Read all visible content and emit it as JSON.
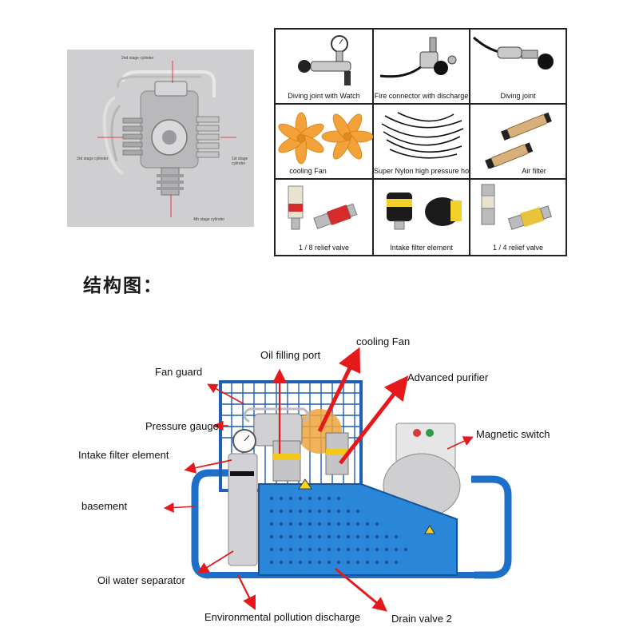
{
  "stage_photo": {
    "labels": [
      "2nd stage cylinder",
      "3rd stage cylinder",
      "1st stage cylinder",
      "4th stage cylinder"
    ]
  },
  "accessories": [
    {
      "caption": "Diving joint with Watch"
    },
    {
      "caption": "Fire connector with discharge"
    },
    {
      "caption": "Diving joint"
    },
    {
      "caption": "cooling Fan"
    },
    {
      "caption": "Super Nylon high pressure hose"
    },
    {
      "caption": "Air filter"
    },
    {
      "caption": "1 / 8 relief valve"
    },
    {
      "caption": "Intake filter element"
    },
    {
      "caption": "1 / 4 relief valve"
    }
  ],
  "heading": "结构图：",
  "diagram": {
    "labels": {
      "cooling_fan": "cooling Fan",
      "oil_filling_port": "Oil filling port",
      "fan_guard": "Fan guard",
      "advanced_purifier": "Advanced purifier",
      "pressure_gauge": "Pressure gauge",
      "magnetic_switch": "Magnetic switch",
      "intake_filter_element": "Intake filter element",
      "basement": "basement",
      "oil_water_separator": "Oil water separator",
      "environmental_pollution_discharge": "Environmental pollution discharge",
      "drain_valve_2": "Drain valve 2"
    },
    "colors": {
      "arrow": "#e5191b",
      "frame": "#1e6fc7",
      "guard": "#1f5fb5",
      "body": "#2a86d8"
    }
  }
}
